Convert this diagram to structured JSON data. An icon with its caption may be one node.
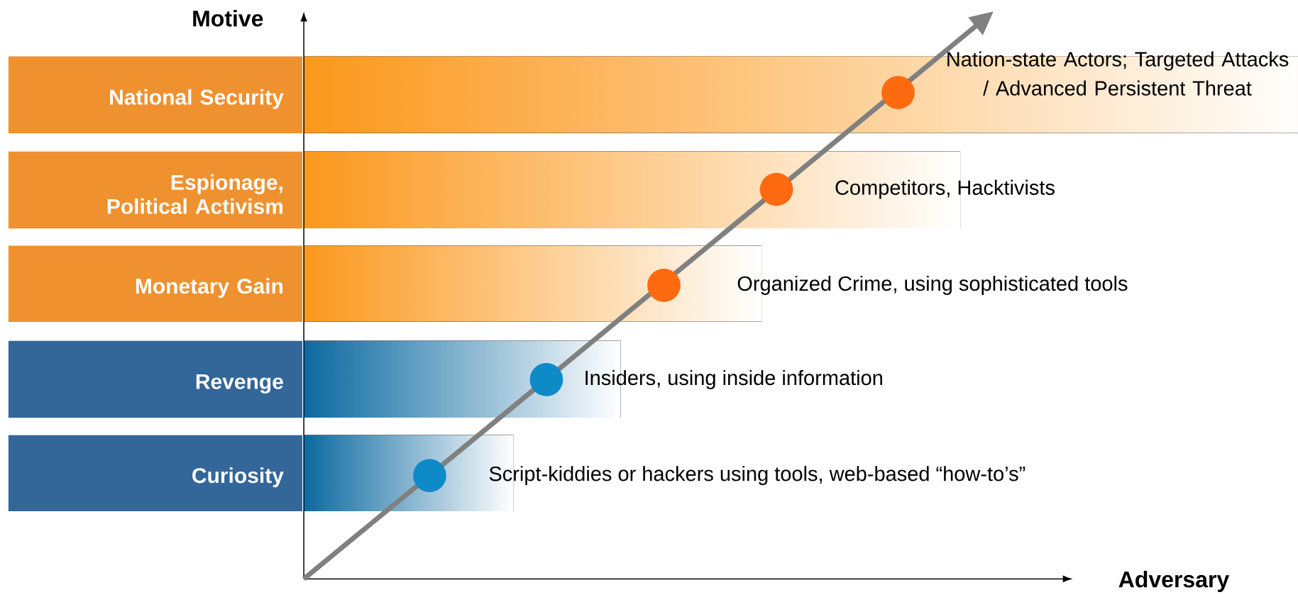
{
  "diagram": {
    "nodes": [
      {
        "text": [
          "National Security"
        ]
      },
      {
        "text": [
          "Espionage, Political Activism"
        ]
      },
      {
        "text": [
          "Monetary Gain"
        ]
      },
      {
        "text": [
          "Revenge"
        ]
      },
      {
        "text": [
          "Curiosity"
        ]
      }
    ],
    "labels": [
      "Motive",
      "Nation-state Actors; Targeted Attacks / Advanced Persistent Threat",
      "Competitors, Hacktivists",
      "Organized Crime, using sophisticated tools",
      "Insiders, using inside information",
      "Script-kiddies or hackers using tools, web-based “how-to’s”",
      "Adversary"
    ]
  }
}
